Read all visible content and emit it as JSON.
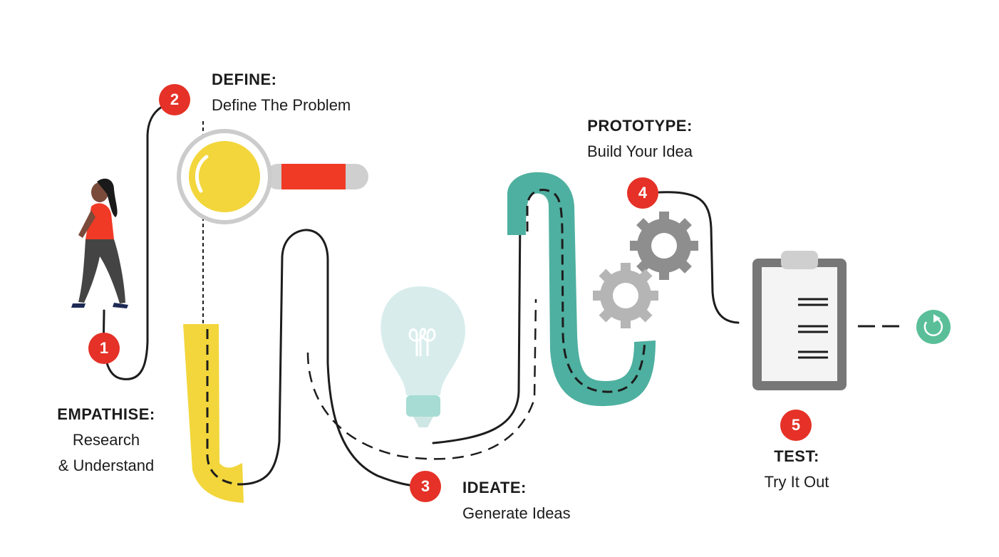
{
  "steps": [
    {
      "number": "1",
      "title": "EMPATHISE:",
      "lines": [
        "Research",
        "& Understand"
      ]
    },
    {
      "number": "2",
      "title": "DEFINE:",
      "lines": [
        "Define The Problem"
      ]
    },
    {
      "number": "3",
      "title": "IDEATE:",
      "lines": [
        "Generate Ideas"
      ]
    },
    {
      "number": "4",
      "title": "PROTOTYPE:",
      "lines": [
        "Build Your Idea"
      ]
    },
    {
      "number": "5",
      "title": "TEST:",
      "lines": [
        "Try It Out"
      ]
    }
  ],
  "colors": {
    "badge": "#e53127",
    "yellow": "#f2d63b",
    "teal": "#4eb0a0",
    "bulb": "#d8ecec",
    "gear": "#8e8e8e",
    "clipboard": "#777777",
    "loop": "#5abf98",
    "handle": "#f03a26"
  },
  "icons": [
    "walking-woman-icon",
    "magnifier-icon",
    "lightbulb-icon",
    "gears-icon",
    "clipboard-icon",
    "loop-arrow-icon"
  ]
}
